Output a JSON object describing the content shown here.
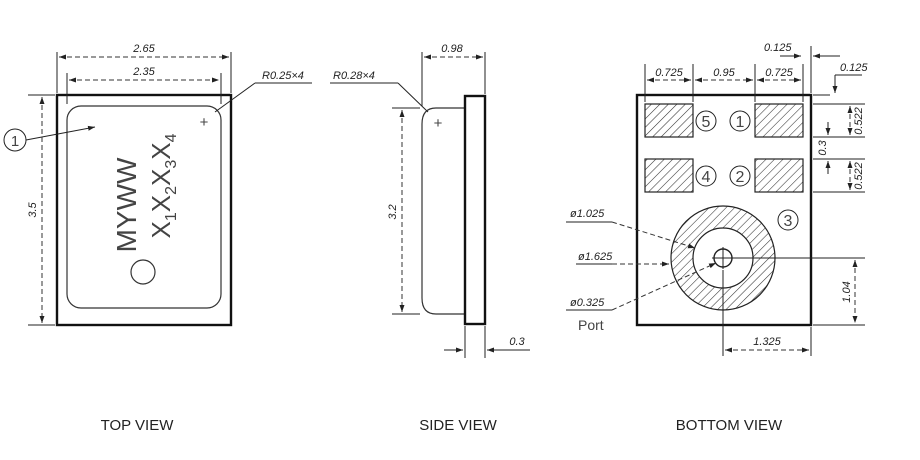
{
  "views": {
    "top": {
      "caption": "TOP VIEW",
      "dims": {
        "outer_width": "2.65",
        "inner_width": "2.35",
        "height": "3.5",
        "corner_radius": "R0.25×4"
      },
      "callout": "1",
      "marking": {
        "line1": "MYWW",
        "line2_prefix": "X",
        "sub1": "1",
        "x2": "X",
        "sub2": "2",
        "x3": "X",
        "sub3": "3",
        "sub4": "4"
      },
      "pin_mark": "+"
    },
    "side": {
      "caption": "SIDE VIEW",
      "dims": {
        "width": "0.98",
        "height": "3.2",
        "corner_radius": "R0.28×4",
        "lid": "0.3"
      },
      "pin_mark": "+"
    },
    "bottom": {
      "caption": "BOTTOM VIEW",
      "dims": {
        "pad_left": "0.725",
        "pad_gap": "0.95",
        "pad_right": "0.725",
        "top_offset": "0.125",
        "right_offset": "0.125",
        "pad_h1": "0.522",
        "pad_gap_v": "0.3",
        "pad_h2": "0.522",
        "ring_outer": "ø1.025",
        "ring_mid": "ø1.625",
        "port_dia": "ø0.325",
        "port_label": "Port",
        "port_y": "1.04",
        "port_x": "1.325"
      },
      "pads": [
        "5",
        "1",
        "4",
        "2",
        "3"
      ]
    }
  }
}
